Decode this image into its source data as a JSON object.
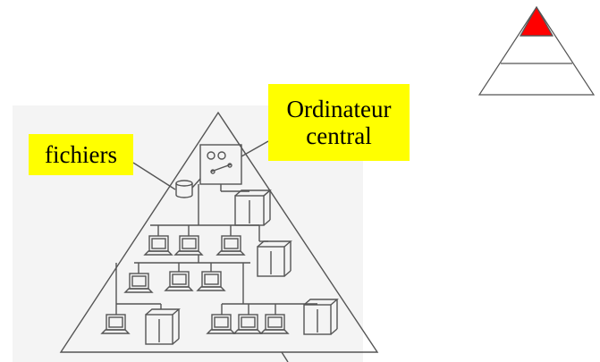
{
  "diagram": {
    "labels": {
      "files": "fichiers",
      "central_line1": "Ordinateur",
      "central_line2": "central"
    },
    "mini_pyramid": {
      "tiers": 3,
      "highlighted_tier": "top",
      "highlight_color": "#ff0000"
    },
    "colors": {
      "label_background": "#ffff00",
      "line": "#555555"
    },
    "icons": {
      "storage": "database-cylinder-icon",
      "server": "server-cabinet-icon",
      "terminal": "terminal-icon",
      "mainframe": "mainframe-icon"
    }
  }
}
